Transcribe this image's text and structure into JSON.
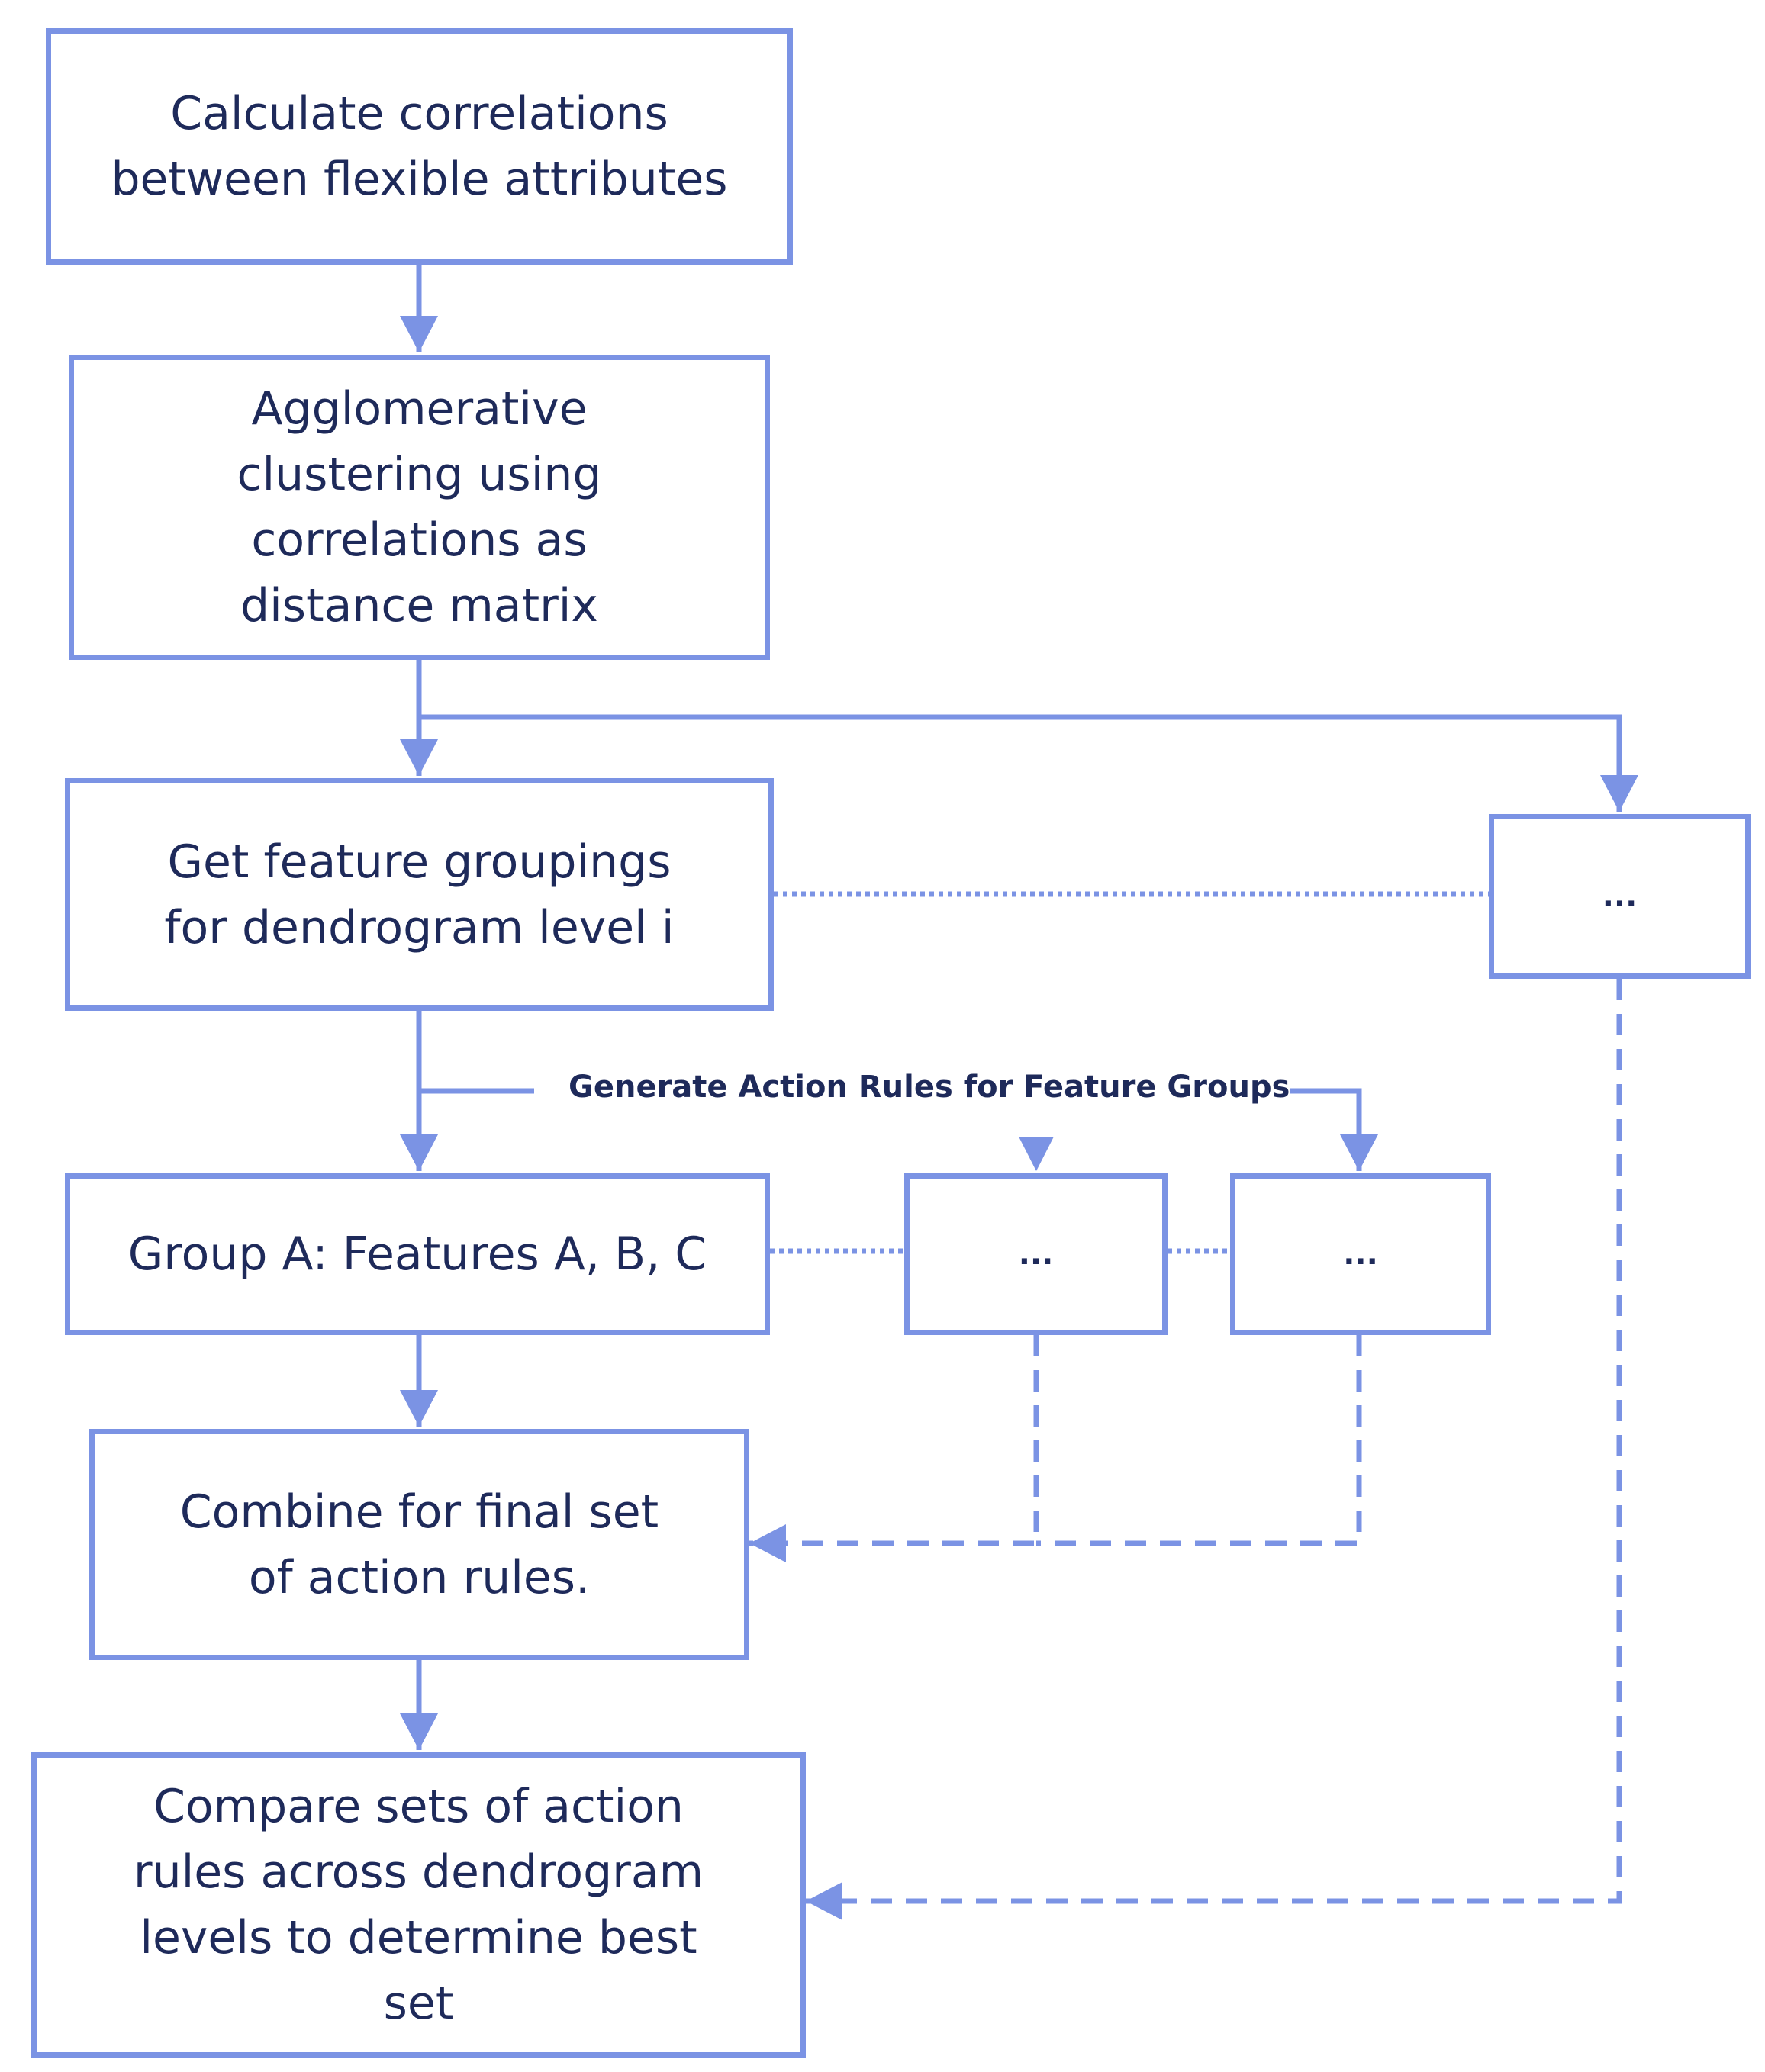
{
  "colors": {
    "stroke": "#7b93e4",
    "text": "#1e2a5a",
    "background": "#ffffff"
  },
  "nodes": {
    "calc_correlations": {
      "label": "Calculate correlations between flexible attributes"
    },
    "agglomerative": {
      "label": "Agglomerative clustering using correlations as distance matrix"
    },
    "feature_groupings": {
      "label": "Get feature groupings for dendrogram level i"
    },
    "other_level": {
      "label": "..."
    },
    "group_a": {
      "label": "Group A: Features A, B, C"
    },
    "group_2": {
      "label": "..."
    },
    "group_3": {
      "label": "..."
    },
    "combine": {
      "label": "Combine for final set of action rules."
    },
    "compare": {
      "label": "Compare sets of action rules across dendrogram levels to determine best set"
    }
  },
  "edge_labels": {
    "generate_rules": "Generate Action Rules for Feature Groups"
  }
}
